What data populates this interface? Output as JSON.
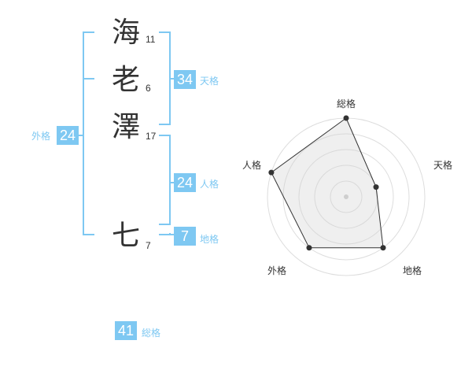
{
  "name": {
    "characters": [
      {
        "char": "海",
        "strokes": "11"
      },
      {
        "char": "老",
        "strokes": "6"
      },
      {
        "char": "澤",
        "strokes": "17"
      },
      {
        "char": "七",
        "strokes": "7"
      }
    ]
  },
  "fortune": {
    "tenkaku": {
      "label": "天格",
      "value": "34"
    },
    "jinkaku": {
      "label": "人格",
      "value": "24"
    },
    "chikaku": {
      "label": "地格",
      "value": "7"
    },
    "gaikaku": {
      "label": "外格",
      "value": "24"
    },
    "soukaku": {
      "label": "総格",
      "value": "41"
    }
  },
  "colors": {
    "accent": "#7ec8f2",
    "text": "#333333"
  },
  "radar": {
    "axes": [
      "総格",
      "天格",
      "地格",
      "外格",
      "人格"
    ],
    "levels": 5,
    "values": [
      5,
      2,
      4,
      4,
      5
    ],
    "max": 5
  }
}
